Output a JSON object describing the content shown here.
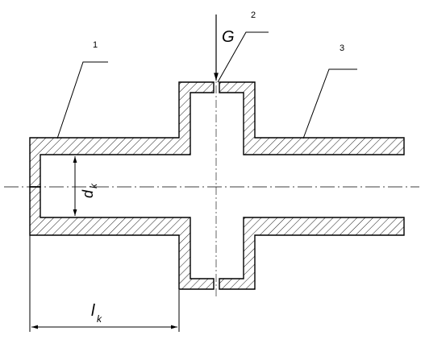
{
  "labels": {
    "part_1": "1",
    "part_2": "2",
    "part_3": "3"
  },
  "symbols": {
    "flow": "G",
    "diameter_main": "d",
    "diameter_sub": "k",
    "length_main": "l",
    "length_sub": "k"
  },
  "colors": {
    "line": "#000000",
    "hatch": "#000000",
    "background": "#ffffff"
  }
}
